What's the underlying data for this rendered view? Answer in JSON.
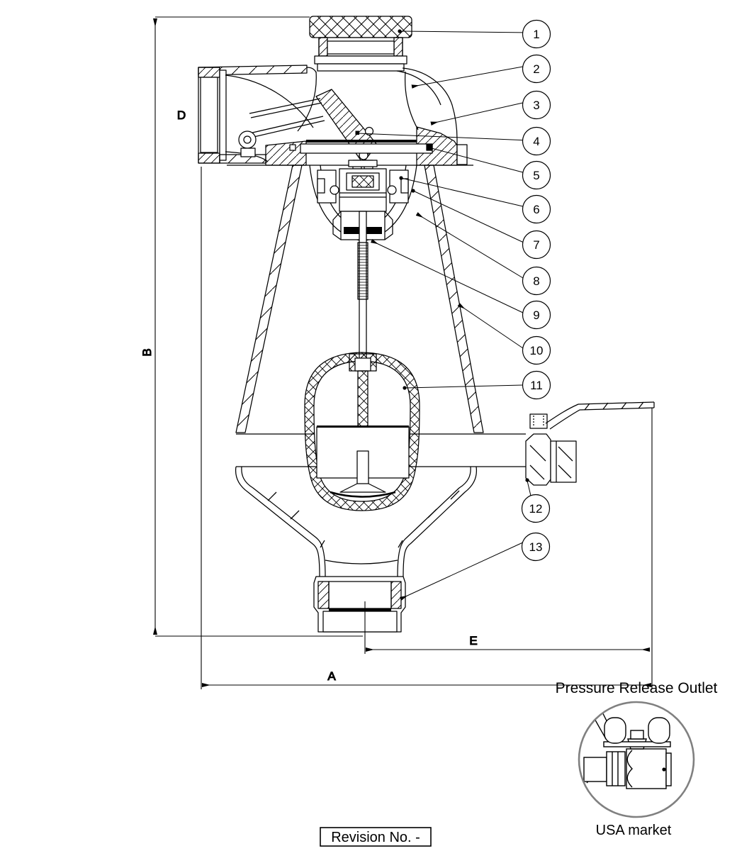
{
  "drawing": {
    "dimension_labels": {
      "a": "A",
      "b": "B",
      "d": "D",
      "e": "E"
    },
    "callouts": [
      "1",
      "2",
      "3",
      "4",
      "5",
      "6",
      "7",
      "8",
      "9",
      "10",
      "11",
      "12",
      "13"
    ],
    "detail": {
      "title": "Pressure Release Outlet",
      "caption": "USA market"
    },
    "revision_label": "Revision No. -",
    "colors": {
      "line": "#000000",
      "detail_circle_stroke": "#808080",
      "background": "#ffffff"
    }
  }
}
